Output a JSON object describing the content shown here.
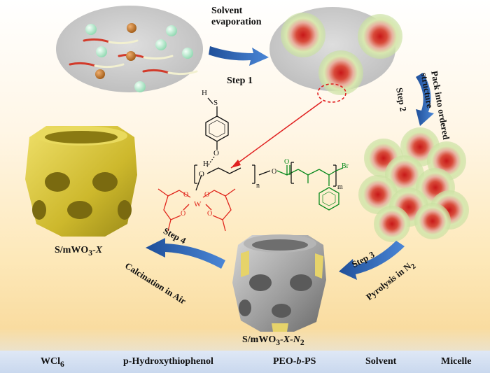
{
  "labels": {
    "solvent_evaporation": "Solvent\nevaporation",
    "step1": "Step 1",
    "step2": "Step 2",
    "pack": "Pack into ordered\nstructure",
    "step3": "Step 3",
    "pyrolysis": "Pyrolysis in N",
    "pyrolysis_sub": "2",
    "step4": "Step 4",
    "calcination": "Calcination in Air",
    "product_air": "S/mWO",
    "product_air_sub": "3",
    "product_air_suffix": "-X",
    "product_n2": "S/mWO",
    "product_n2_sub": "3",
    "product_n2_suffix": "-X-N",
    "product_n2_sub2": "2"
  },
  "chem": {
    "h": "H",
    "s": "S",
    "o_top": "O",
    "h2": "H",
    "o_mid": "O",
    "n": "n",
    "m": "m",
    "br": "Br",
    "w": "W",
    "o_left": "O",
    "o_right": "O",
    "o_bl": "O",
    "o_br": "O",
    "o_ester": "O",
    "o_eth": "O"
  },
  "legend": {
    "items": [
      {
        "label": "WCl",
        "sub": "6"
      },
      {
        "label": "p-Hydroxythiophenol",
        "sub": ""
      },
      {
        "label": "PEO-",
        "italic": "b",
        "suffix": "-PS"
      },
      {
        "label": "Solvent",
        "sub": ""
      },
      {
        "label": "Micelle",
        "sub": ""
      }
    ]
  },
  "colors": {
    "arrow": "#2f66b3",
    "wcl6": "#bff0d6",
    "thiophenol": "#c77a28",
    "peo": "#d23a2a",
    "solvent": "#c9c9c9",
    "tungsten_yellow": "#d8c23a",
    "carbon_grey": "#8c8c8c",
    "red_line": "#e02020",
    "acac_red": "#e0241a",
    "ps_green": "#0a8a1e"
  }
}
